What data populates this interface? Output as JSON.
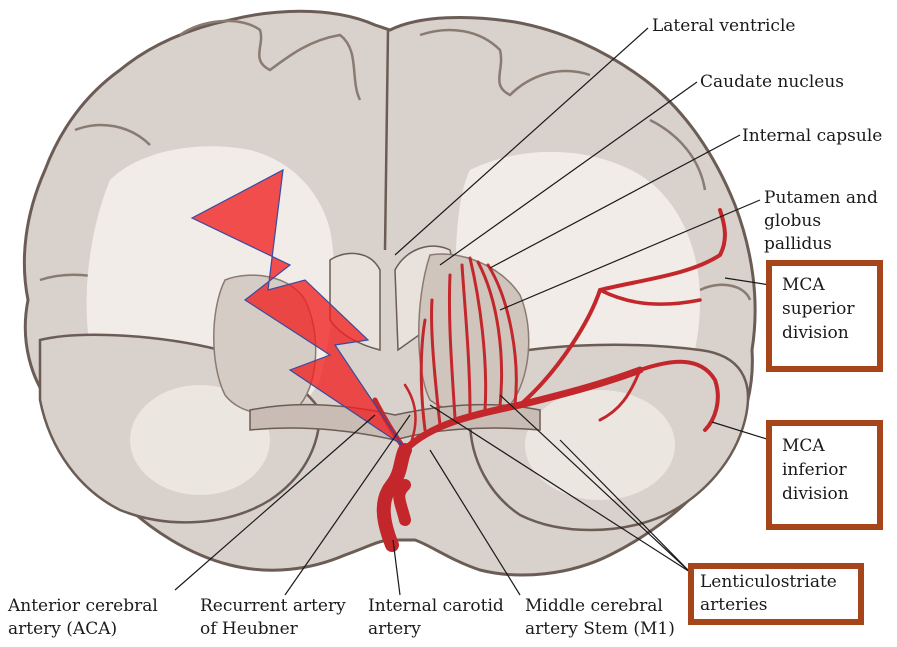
{
  "labels": {
    "lateral_ventricle": "Lateral ventricle",
    "caudate_nucleus": "Caudate nucleus",
    "internal_capsule": "Internal capsule",
    "putamen_line1": "Putamen and",
    "putamen_line2": "globus",
    "putamen_line3": "pallidus",
    "mca_superior_line1": "MCA",
    "mca_superior_line2": "superior",
    "mca_superior_line3": "division",
    "mca_inferior_line1": "MCA",
    "mca_inferior_line2": "inferior",
    "mca_inferior_line3": "division",
    "lenticulostriate_line1": "Lenticulostriate",
    "lenticulostriate_line2": "arteries",
    "aca_line1": "Anterior cerebral",
    "aca_line2": "artery (ACA)",
    "heubner_line1": "Recurrent artery",
    "heubner_line2": "of Heubner",
    "ica_line1": "Internal carotid",
    "ica_line2": "artery",
    "m1_line1": "Middle cerebral",
    "m1_line2": "artery Stem (M1)"
  },
  "colors": {
    "brain_fill": "#d9d1cb",
    "white_matter": "#f3efeb",
    "outline": "#6b5d55",
    "artery": "#c3272b",
    "lightning": "#f02020",
    "box_border": "#a6441a"
  }
}
